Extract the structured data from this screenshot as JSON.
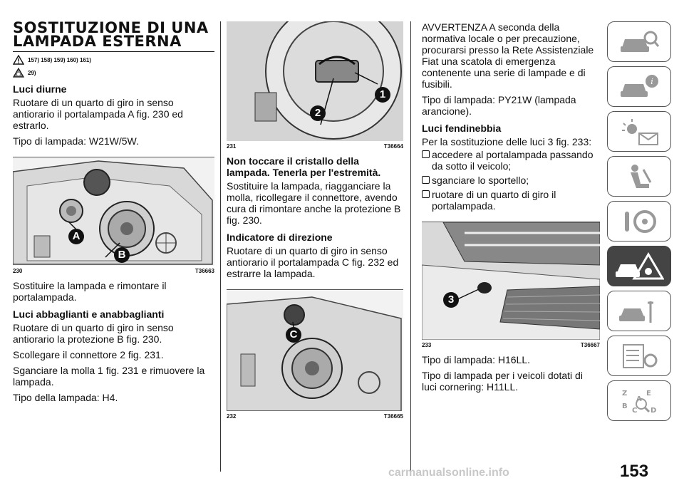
{
  "page_number": "153",
  "footer": "carmanualsonline.info",
  "col1": {
    "title": "SOSTITUZIONE DI UNA LAMPADA ESTERNA",
    "ref1": "157) 158) 159) 160) 161)",
    "ref2": "29)",
    "h_diurne": "Luci diurne",
    "p1": "Ruotare di un quarto di giro in senso antiorario il portalampada A fig. 230 ed estrarlo.",
    "p2": "Tipo di lampada: W21W/5W.",
    "fig_num": "230",
    "fig_code": "T36663",
    "fig_label_a": "A",
    "fig_label_b": "B",
    "p3": "Sostituire la lampada e rimontare il portalampada.",
    "h_abbaglianti": "Luci abbaglianti e anabbaglianti",
    "p4": "Ruotare di un quarto di giro in senso antiorario la protezione B fig. 230.",
    "p5": "Scollegare il connettore 2 fig. 231.",
    "p6": "Sganciare la molla 1 fig. 231 e rimuovere la lampada.",
    "p7": "Tipo della lampada: H4."
  },
  "col2": {
    "fig1_num": "231",
    "fig1_code": "T36664",
    "fig1_label_1": "1",
    "fig1_label_2": "2",
    "h_note": "Non toccare il cristallo della lampada. Tenerla per l'estremità.",
    "p1": "Sostituire la lampada, riagganciare la molla, ricollegare il connettore, avendo cura di rimontare anche la protezione B fig. 230.",
    "h_indicatore": "Indicatore di direzione",
    "p2": "Ruotare di un quarto di giro in senso antiorario il portalampada C fig. 232 ed estrarre la lampada.",
    "fig2_num": "232",
    "fig2_code": "T36665",
    "fig2_label_c": "C"
  },
  "col3": {
    "p1": "AVVERTENZA A seconda della normativa locale o per precauzione, procurarsi presso la Rete Assistenziale Fiat una scatola di emergenza contenente una serie di lampade e di fusibili.",
    "p2": "Tipo di lampada: PY21W (lampada arancione).",
    "h_fendinebbia": "Luci fendinebbia",
    "p3": "Per la sostituzione delle luci 3 fig. 233:",
    "bullets": [
      "accedere al portalampada passando da sotto il veicolo;",
      "sganciare lo sportello;",
      "ruotare di un quarto di giro il portalampada."
    ],
    "fig_num": "233",
    "fig_code": "T36667",
    "fig_label_3": "3",
    "p4": "Tipo di lampada: H16LL.",
    "p5": "Tipo di lampada per i veicoli dotati di luci cornering: H11LL."
  },
  "sidebar_tabs": [
    "car-search-icon",
    "car-info-icon",
    "warning-lights-icon",
    "seat-airbag-icon",
    "steering-key-icon",
    "car-emergency-icon",
    "car-tools-icon",
    "settings-list-icon",
    "index-search-icon"
  ],
  "active_tab": 5
}
